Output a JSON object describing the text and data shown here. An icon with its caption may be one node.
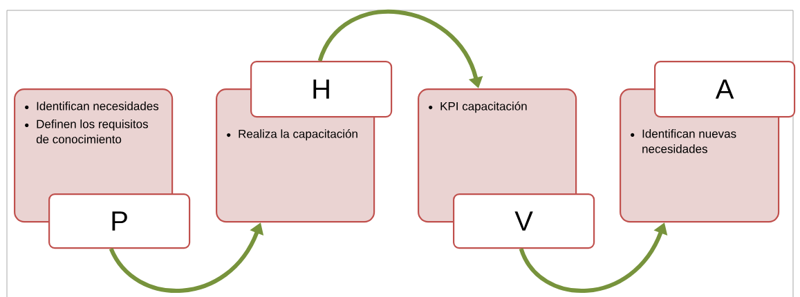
{
  "diagram": {
    "nodes": [
      {
        "text": [
          "Identifican necesidades",
          "Definen los requisitos de conocimiento"
        ]
      },
      {
        "text": [
          "P"
        ]
      },
      {
        "text": [
          "Realiza la capacitación"
        ]
      },
      {
        "text": [
          "H"
        ]
      },
      {
        "text": [
          "KPI capacitación"
        ]
      },
      {
        "text": [
          "V"
        ]
      },
      {
        "text": [
          "Identifican nuevas necesidades"
        ]
      },
      {
        "text": [
          "A"
        ]
      }
    ],
    "edges": [
      {
        "from": 1,
        "to": 2,
        "arrow": "to"
      },
      {
        "from": 3,
        "to": 4,
        "arrow": "to"
      },
      {
        "from": 5,
        "to": 6,
        "arrow": "to"
      }
    ]
  }
}
